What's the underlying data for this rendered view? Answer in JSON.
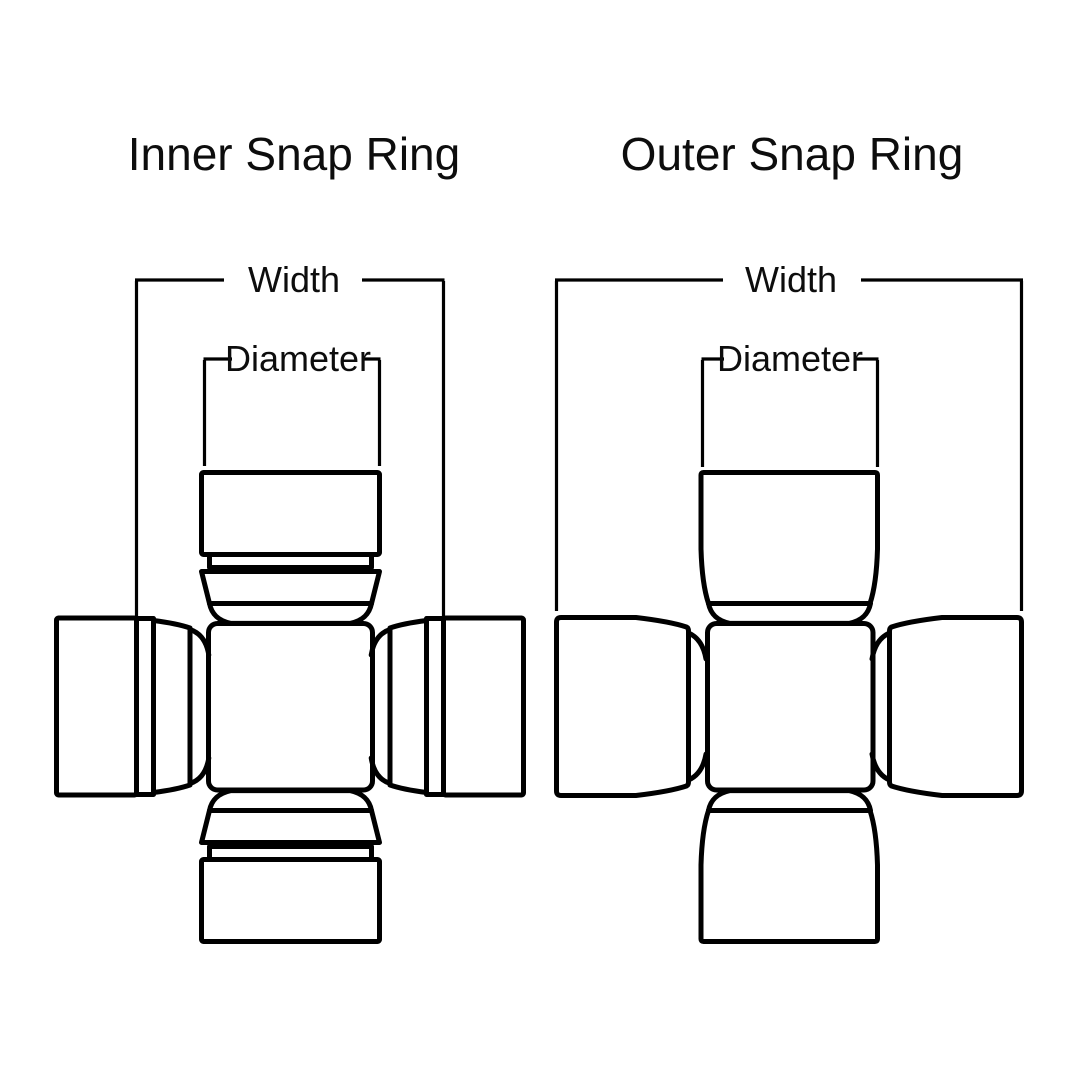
{
  "page": {
    "background_color": "#ffffff",
    "line_color": "#000000",
    "text_color": "#0d0d0d"
  },
  "diagrams": [
    {
      "id": "inner-snap-ring",
      "title": "Inner Snap Ring",
      "width_label": "Width",
      "diameter_label": "Diameter"
    },
    {
      "id": "outer-snap-ring",
      "title": "Outer Snap Ring",
      "width_label": "Width",
      "diameter_label": "Diameter"
    }
  ]
}
